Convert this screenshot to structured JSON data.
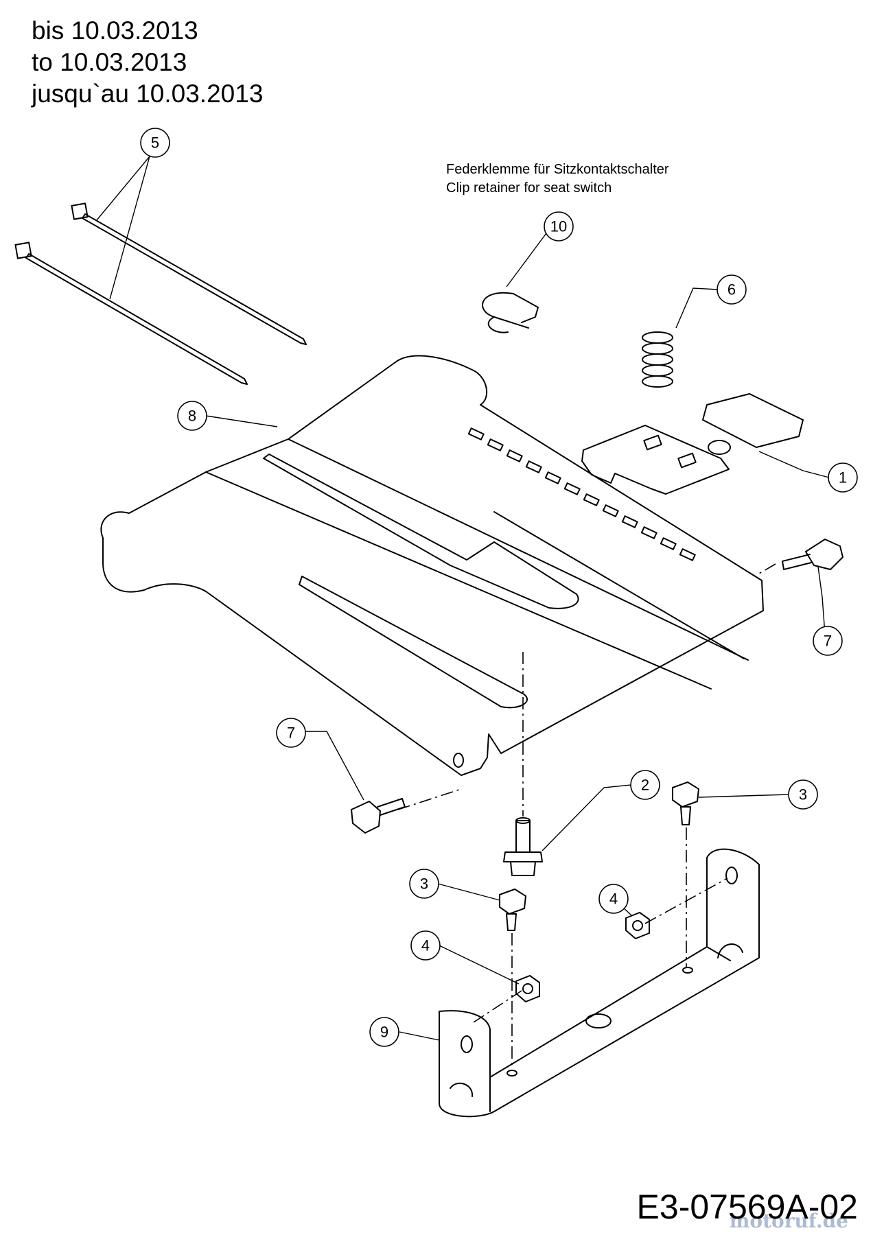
{
  "header": {
    "lines": [
      "bis 10.03.2013",
      "to 10.03.2013",
      "jusqu`au 10.03.2013"
    ]
  },
  "annotation": {
    "lines": [
      "Federklemme für Sitzkontaktschalter",
      "Clip retainer for seat switch"
    ]
  },
  "drawing_code": "E3-07569A-02",
  "watermark": "motoruf.de",
  "callouts": {
    "c1": "1",
    "c2": "2",
    "c3a": "3",
    "c3b": "3",
    "c4a": "4",
    "c4b": "4",
    "c5": "5",
    "c6": "6",
    "c7a": "7",
    "c7b": "7",
    "c8": "8",
    "c9": "9",
    "c10": "10"
  }
}
